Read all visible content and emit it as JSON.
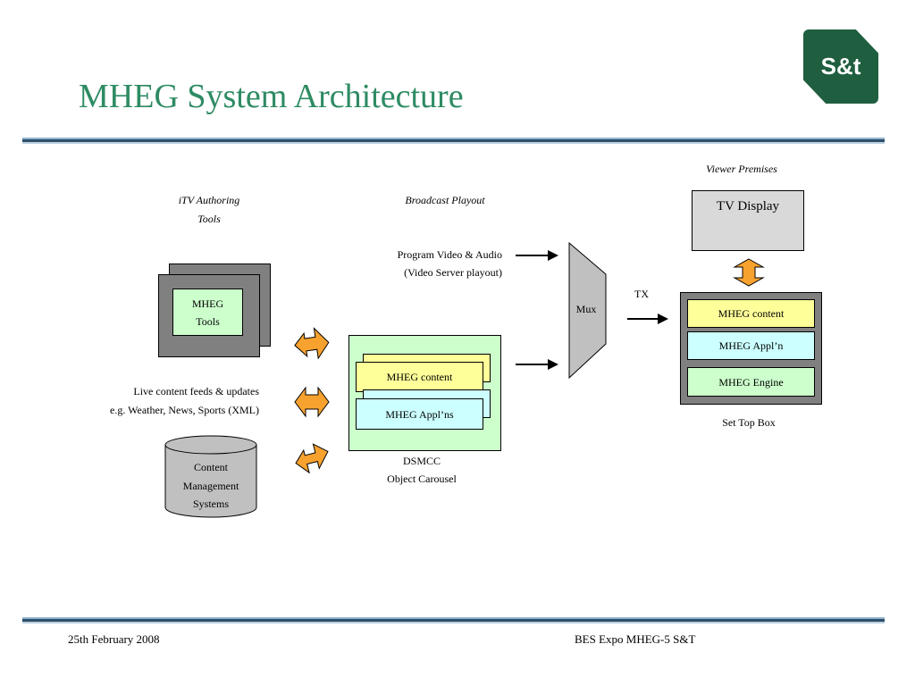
{
  "slide": {
    "title": "MHEG System Architecture",
    "logo_text": "S&t"
  },
  "labels": {
    "viewer_premises": "Viewer Premises",
    "itv_authoring_line1": "iTV Authoring",
    "itv_authoring_line2": "Tools",
    "broadcast_playout": "Broadcast Playout",
    "program_video_line1": "Program Video & Audio",
    "program_video_line2": "(Video Server playout)",
    "live_feeds_line1": "Live content feeds & updates",
    "live_feeds_line2": "e.g. Weather, News, Sports (XML)",
    "tx": "TX",
    "set_top_box": "Set Top Box",
    "dsmcc_line1": "DSMCC",
    "dsmcc_line2": "Object Carousel"
  },
  "nodes": {
    "mheg_tools_line1": "MHEG",
    "mheg_tools_line2": "Tools",
    "cms_line1": "Content",
    "cms_line2": "Management",
    "cms_line3": "Systems",
    "carousel_content": "MHEG content",
    "carousel_appl": "MHEG Appl’ns",
    "mux": "Mux",
    "tv_display": "TV Display",
    "stb_content": "MHEG content",
    "stb_appl": "MHEG Appl’n",
    "stb_engine": "MHEG Engine"
  },
  "footer": {
    "date": "25th February 2008",
    "event": "BES Expo MHEG-5  S&T"
  },
  "colors": {
    "title_green": "#2e8b63",
    "logo_green": "#1f5e3f",
    "tool_gray": "#808080",
    "node_light_green": "#ccffcc",
    "node_light_yellow": "#ffff99",
    "node_light_cyan": "#ccffff",
    "arrow_orange": "#f7a22f",
    "cms_gray": "#c0c0c0",
    "tv_gray": "#d9d9d9"
  }
}
